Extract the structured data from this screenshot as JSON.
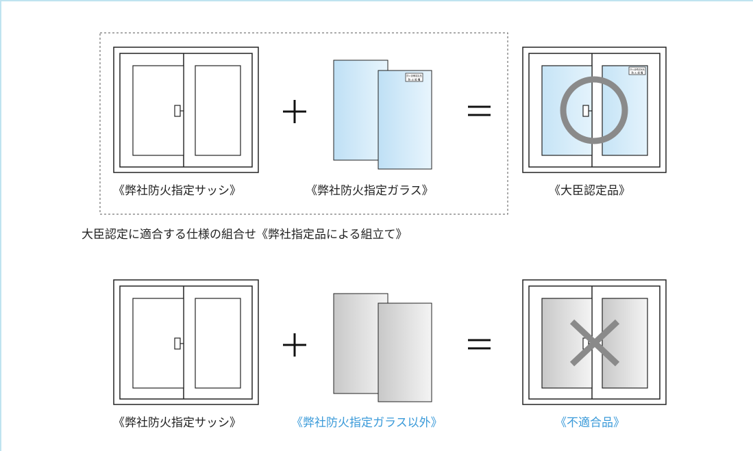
{
  "row1": {
    "sash_label": "《弊社防火指定サッシ》",
    "glass_label": "《弊社防火指定ガラス》",
    "result_label": "《大臣認定品》",
    "plus_symbol": "+",
    "equals_symbol": "=",
    "glass_sticker_line1": "防火設備認定品",
    "glass_sticker_line2": "防 火 設 備",
    "caption": "大臣認定に適合する仕様の組合せ《弊社指定品による組立て》"
  },
  "row2": {
    "sash_label": "《弊社防火指定サッシ》",
    "glass_label": "《弊社防火指定ガラス以外》",
    "result_label": "《不適合品》",
    "plus_symbol": "+",
    "equals_symbol": "="
  },
  "colors": {
    "border_accent": "#bfe3f0",
    "highlight_text": "#3a9ad9",
    "fireproof_glass": "#cfe8f7",
    "other_glass": "#dcdcdc",
    "mark": "#8a8a8a"
  },
  "icons": {
    "ok_mark": "circle-ok-icon",
    "ng_mark": "cross-ng-icon"
  }
}
